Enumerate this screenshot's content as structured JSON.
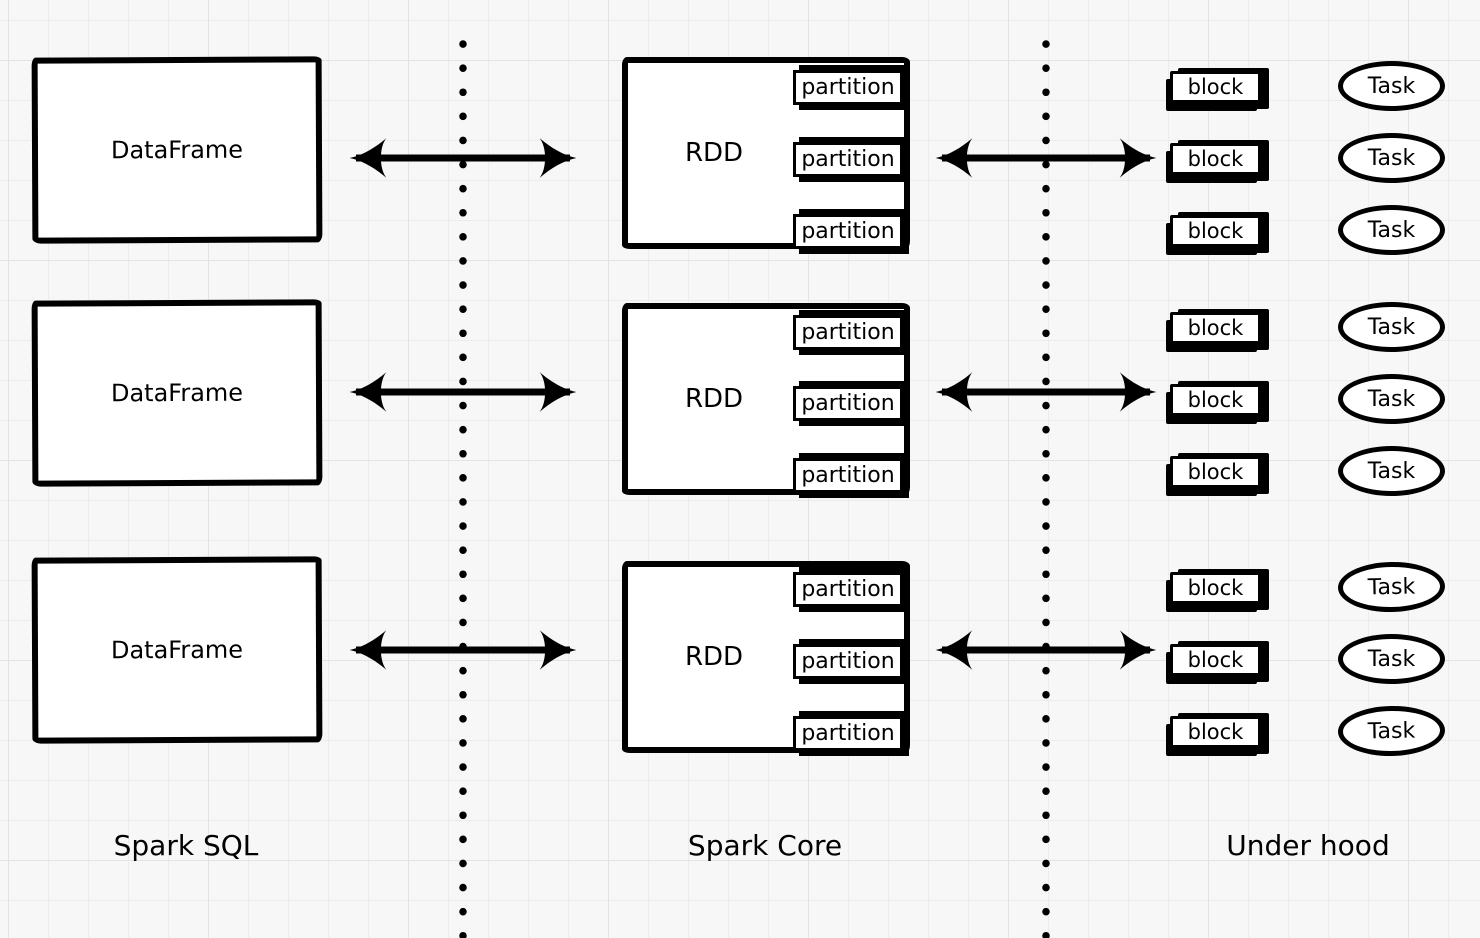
{
  "lanes": [
    {
      "id": "spark-sql",
      "label": "Spark SQL"
    },
    {
      "id": "spark-core",
      "label": "Spark Core"
    },
    {
      "id": "under-hood",
      "label": "Under hood"
    }
  ],
  "rows": [
    {
      "dataframe": "DataFrame",
      "rdd": "RDD",
      "partitions": [
        "partition",
        "partition",
        "partition"
      ],
      "blocks": [
        "block",
        "block",
        "block"
      ],
      "tasks": [
        "Task",
        "Task",
        "Task"
      ]
    },
    {
      "dataframe": "DataFrame",
      "rdd": "RDD",
      "partitions": [
        "partition",
        "partition",
        "partition"
      ],
      "blocks": [
        "block",
        "block",
        "block"
      ],
      "tasks": [
        "Task",
        "Task",
        "Task"
      ]
    },
    {
      "dataframe": "DataFrame",
      "rdd": "RDD",
      "partitions": [
        "partition",
        "partition",
        "partition"
      ],
      "blocks": [
        "block",
        "block",
        "block"
      ],
      "tasks": [
        "Task",
        "Task",
        "Task"
      ]
    }
  ],
  "connectors": {
    "dataframe_rdd": "bidirectional-arrow",
    "rdd_block": "bidirectional-arrow",
    "lane_dividers": "dotted-vertical-line"
  },
  "colors": {
    "ink": "#000000",
    "shape_fill": "#ffffff",
    "canvas_background": "#f7f7f7",
    "grid_line": "#ececec"
  }
}
